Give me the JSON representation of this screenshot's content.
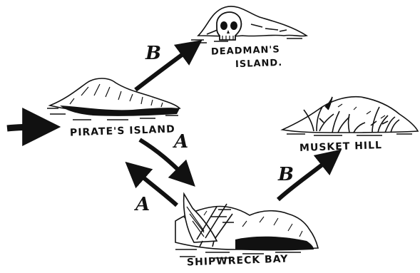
{
  "places": {
    "deadmans_island": {
      "line1": "DEADMAN'S",
      "line2": "ISLAND."
    },
    "pirates_island": "PIRATE'S ISLAND",
    "musket_hill": "MUSKET HILL",
    "shipwreck_bay": "SHIPWRECK BAY"
  },
  "routes": {
    "pirates_to_deadman": "B",
    "pirates_to_shipwreck": "A",
    "shipwreck_to_pirates": "A",
    "shipwreck_to_musket": "B"
  },
  "colors": {
    "ink": "#111111",
    "paper": "#ffffff"
  }
}
